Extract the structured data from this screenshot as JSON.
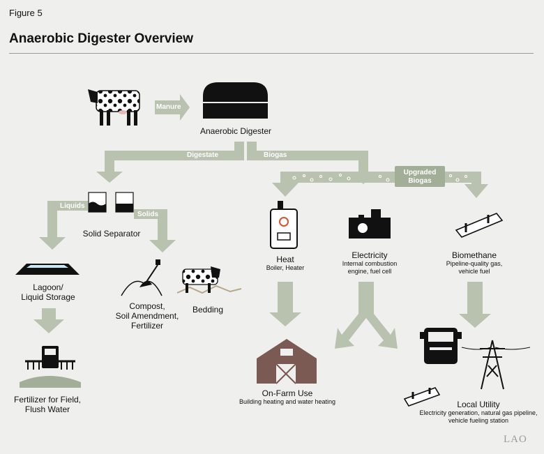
{
  "figure_label": "Figure 5",
  "title": "Anaerobic Digester Overview",
  "colors": {
    "arrow": "#b8c2ae",
    "dark": "#111111",
    "barn": "#7a5a52",
    "background": "#efefed"
  },
  "arrows": {
    "manure": "Manure",
    "digestate": "Digestate",
    "biogas": "Biogas",
    "liquids": "Liquids",
    "solids": "Solids",
    "upgraded_biogas": [
      "Upgraded",
      "Biogas"
    ]
  },
  "nodes": {
    "digester": "Anaerobic Digester",
    "solid_separator": "Solid Separator",
    "lagoon": [
      "Lagoon/",
      "Liquid Storage"
    ],
    "compost": [
      "Compost,",
      "Soil Amendment,",
      "Fertilizer"
    ],
    "bedding": "Bedding",
    "fertilizer": [
      "Fertilizer for Field,",
      "Flush Water"
    ],
    "heat": {
      "title": "Heat",
      "sub": "Boiler, Heater"
    },
    "electricity": {
      "title": "Electricity",
      "sub": [
        "Internal combustion",
        "engine, fuel cell"
      ]
    },
    "biomethane": {
      "title": "Biomethane",
      "sub": [
        "Pipeline-quality gas,",
        "vehicle fuel"
      ]
    },
    "on_farm": {
      "title": "On-Farm Use",
      "sub": "Building heating and water heating"
    },
    "local_utility": {
      "title": "Local Utility",
      "sub": [
        "Electricity generation, natural gas pipeline,",
        "vehicle fueling station"
      ]
    }
  },
  "icons": [
    "cow-icon",
    "digester-icon",
    "separator-icon",
    "lagoon-icon",
    "compost-icon",
    "bedding-icon",
    "tractor-icon",
    "water-heater-icon",
    "generator-icon",
    "pipeline-icon",
    "barn-icon",
    "truck-icon",
    "power-tower-icon"
  ],
  "logo": "LAO"
}
